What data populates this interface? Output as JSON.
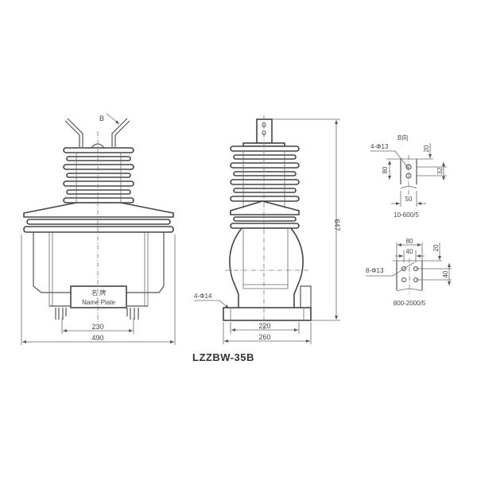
{
  "title": "LZZBW-35B",
  "front_view": {
    "view_arrow_label": "B",
    "nameplate": {
      "cn": "名 牌",
      "en": "Name Plate"
    },
    "dims": {
      "inner_width": "230",
      "overall_width": "490"
    }
  },
  "side_view": {
    "hole_label": "4-Φ14",
    "dims": {
      "inner_width": "220",
      "overall_width": "260",
      "height": "647"
    }
  },
  "detail_small": {
    "view_label": "B向",
    "hole_label": "4-Φ13",
    "dims": {
      "top_offset": "20",
      "hole_spacing": "32",
      "height": "80",
      "width": "50"
    },
    "rating": "10-600/5"
  },
  "detail_large": {
    "hole_label": "8-Φ13",
    "dims": {
      "outer_width": "80",
      "hole_spacing_h": "40",
      "top_offset": "20",
      "hole_spacing_v": "40"
    },
    "rating": "800-2000/5"
  }
}
